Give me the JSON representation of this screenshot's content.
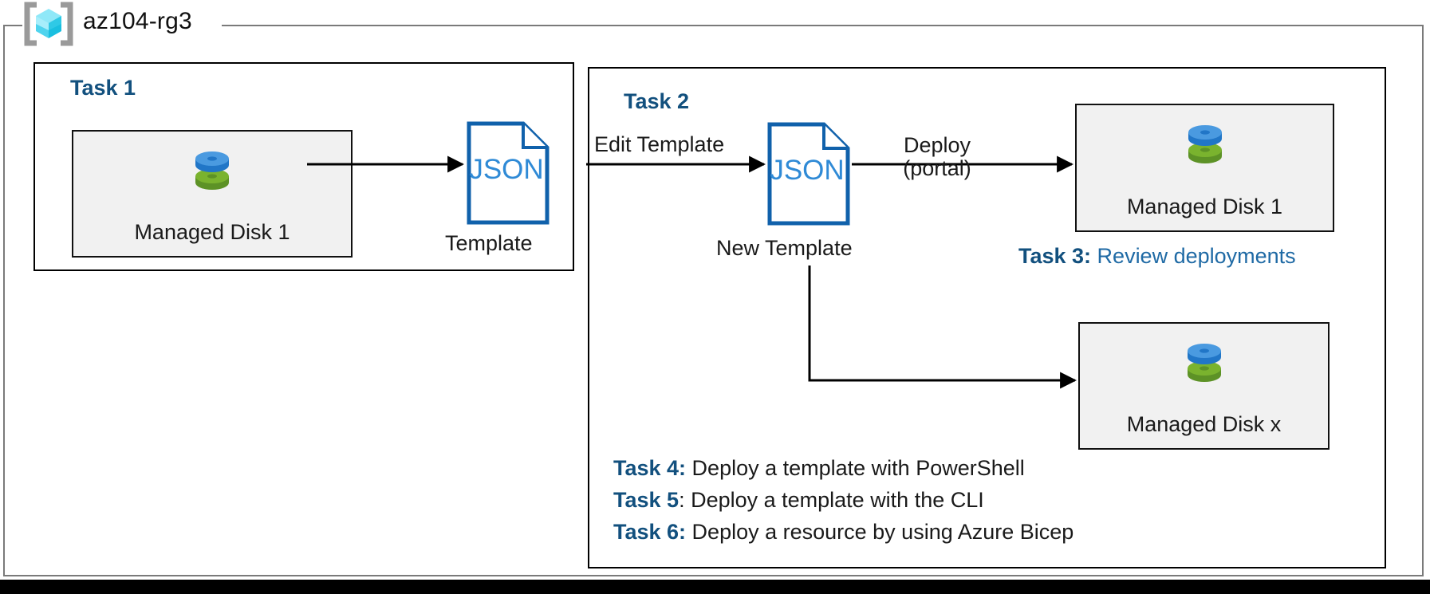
{
  "frame": {
    "resource_group_name": "az104-rg3",
    "icon": "resource-group-cube-icon"
  },
  "task1": {
    "heading": "Task 1",
    "resource": {
      "label": "Managed Disk 1",
      "icon": "managed-disk-icon"
    },
    "template": {
      "file_type": "JSON",
      "caption": "Template",
      "icon": "json-file-icon"
    },
    "edge_to_template": ""
  },
  "task2": {
    "heading": "Task 2",
    "edge_edit_label": "Edit Template",
    "new_template": {
      "file_type": "JSON",
      "caption": "New Template",
      "icon": "json-file-icon"
    },
    "edge_deploy_line1": "Deploy",
    "edge_deploy_line2": "(portal)",
    "resource_top": {
      "label": "Managed Disk 1",
      "icon": "managed-disk-icon"
    },
    "resource_bottom": {
      "label": "Managed Disk x",
      "icon": "managed-disk-icon"
    }
  },
  "notes": {
    "task3_key": "Task 3:",
    "task3_text": " Review deployments",
    "task4_key": "Task 4:",
    "task4_text": " Deploy a template with PowerShell",
    "task5_key": "Task 5",
    "task5_text": ": Deploy a template with the CLI",
    "task6_key": "Task 6:",
    "task6_text": " Deploy a resource by using Azure Bicep"
  },
  "colors": {
    "task_heading_blue": "#12507e",
    "task3_text_blue": "#1f6aa5",
    "json_outline_blue": "#1061ab",
    "json_text_blue": "#2f8ad6",
    "resource_box_fill": "#f1f1f1",
    "frame_gray": "#7a7a7a",
    "disk_blue": "#4a90d9",
    "disk_green": "#71ab31",
    "cube_cyan": "#6fe0f5",
    "bracket_gray": "#9a9a9a",
    "bottom_bar": "#000000"
  }
}
